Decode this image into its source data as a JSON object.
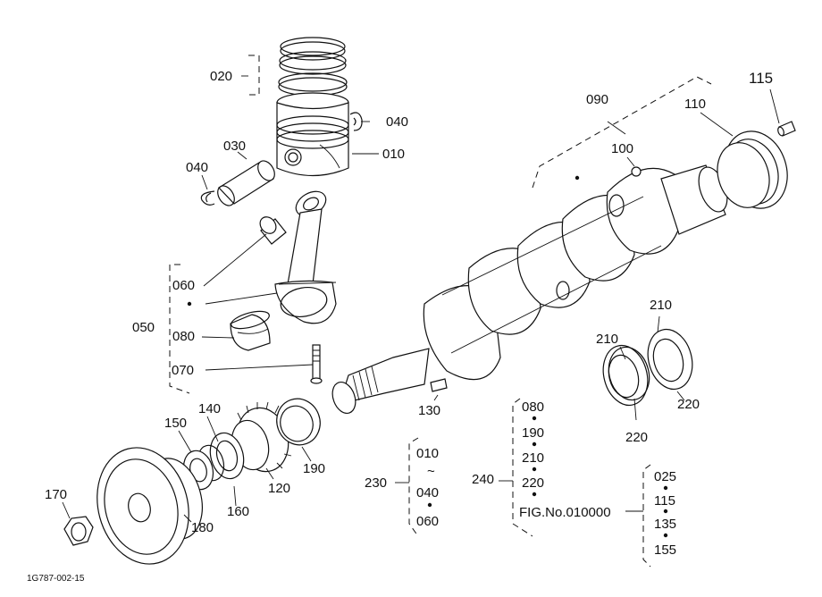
{
  "diagram": {
    "figure_code": "1G787-002-15",
    "labels": {
      "p010": "010",
      "p020": "020",
      "p030": "030",
      "p040a": "040",
      "p040b": "040",
      "p050": "050",
      "p060": "060",
      "p070": "070",
      "p080": "080",
      "p090": "090",
      "p100": "100",
      "p110": "110",
      "p115": "115",
      "p120": "120",
      "p130": "130",
      "p140": "140",
      "p150": "150",
      "p160": "160",
      "p170": "170",
      "p180": "180",
      "p190": "190",
      "p210a": "210",
      "p210b": "210",
      "p220a": "220",
      "p220b": "220",
      "p230": "230",
      "p240": "240"
    },
    "group_230": [
      "010",
      "~",
      "040",
      "060"
    ],
    "group_240": [
      "080",
      "190",
      "210",
      "220",
      "FIG.No.010000"
    ],
    "group_fig": [
      "025",
      "115",
      "135",
      "155"
    ]
  }
}
